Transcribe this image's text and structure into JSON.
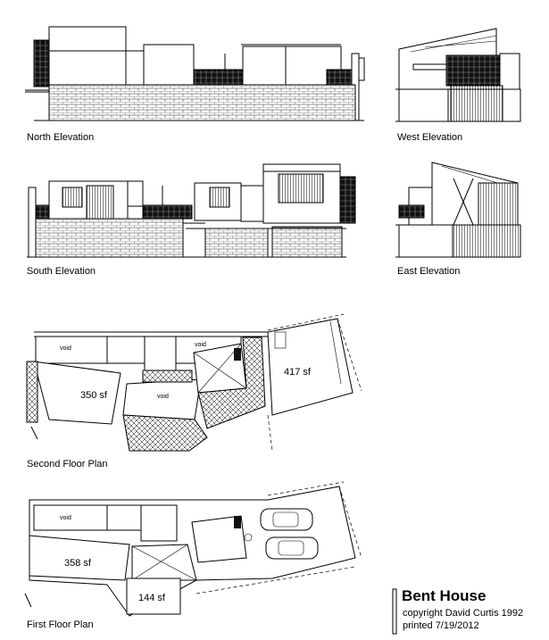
{
  "labels": {
    "north": "North Elevation",
    "west": "West Elevation",
    "south": "South Elevation",
    "east": "East Elevation",
    "second": "Second Floor Plan",
    "first": "First Floor Plan"
  },
  "second_floor": {
    "void_a": "void",
    "void_b": "void",
    "void_c": "void",
    "area_a": "350 sf",
    "area_b": "417 sf"
  },
  "first_floor": {
    "void_a": "void",
    "area_a": "358 sf",
    "area_b": "144 sf"
  },
  "title_block": {
    "title": "Bent House",
    "copyright": "copyright David Curtis 1992",
    "printed": "printed 7/19/2012"
  }
}
